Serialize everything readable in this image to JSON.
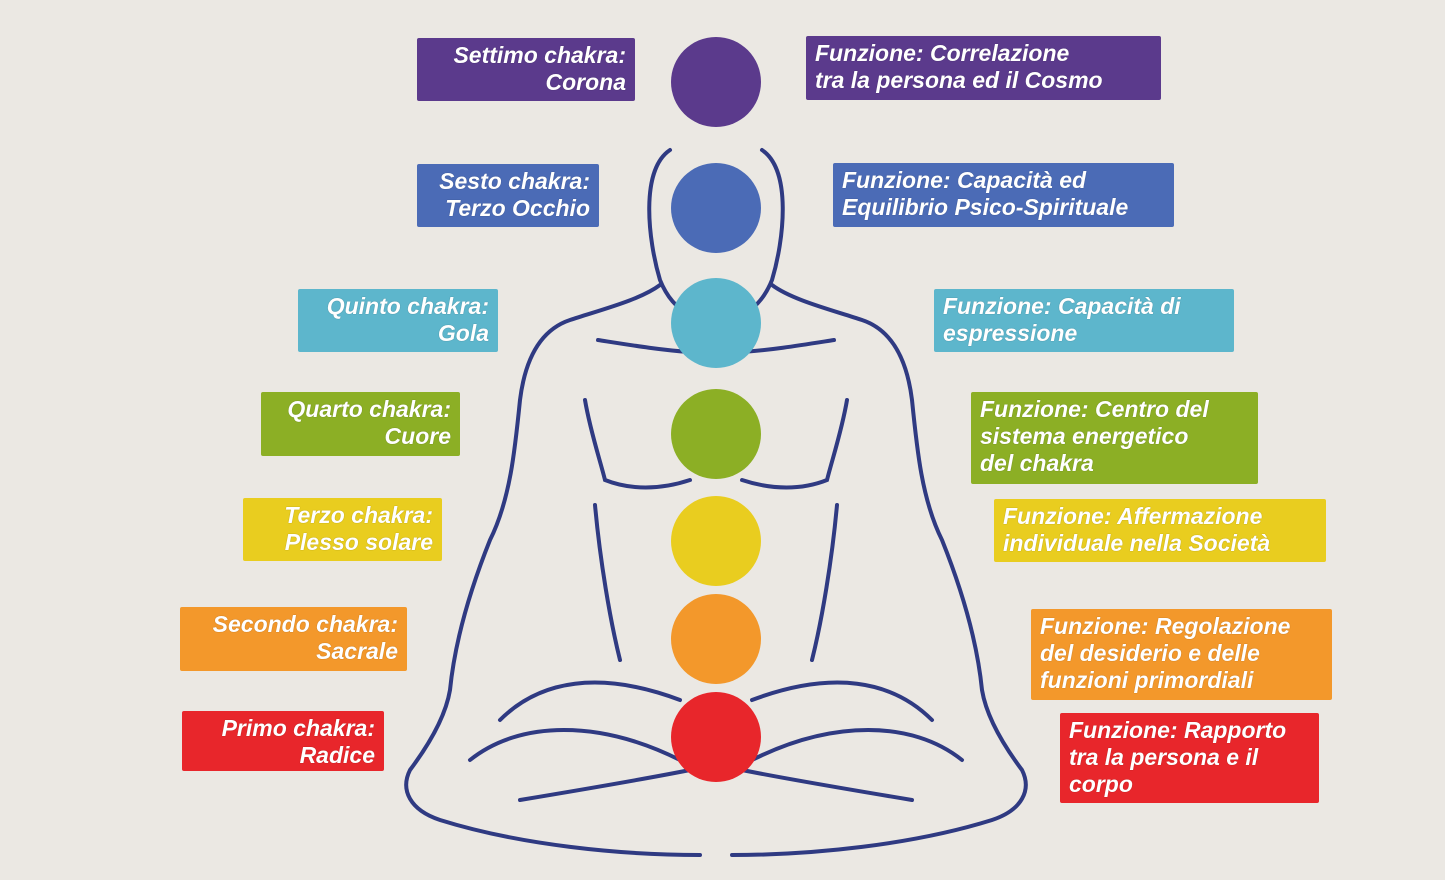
{
  "chakras": [
    {
      "name_line1": "Settimo chakra:",
      "name_line2": "Corona",
      "function_lines": [
        "Funzione: Correlazione",
        "tra la persona ed il Cosmo"
      ],
      "color": "#5b3a8c"
    },
    {
      "name_line1": "Sesto chakra:",
      "name_line2": "Terzo Occhio",
      "function_lines": [
        "Funzione: Capacità ed",
        "Equilibrio Psico-Spirituale"
      ],
      "color": "#4b6bb6"
    },
    {
      "name_line1": "Quinto chakra:",
      "name_line2": "Gola",
      "function_lines": [
        "Funzione: Capacità di",
        "espressione"
      ],
      "color": "#5db6cc"
    },
    {
      "name_line1": "Quarto chakra:",
      "name_line2": "Cuore",
      "function_lines": [
        "Funzione: Centro del",
        "sistema energetico",
        "del chakra"
      ],
      "color": "#8caf25"
    },
    {
      "name_line1": "Terzo chakra:",
      "name_line2": "Plesso solare",
      "function_lines": [
        "Funzione: Affermazione",
        "individuale nella Società"
      ],
      "color": "#e9cd1f"
    },
    {
      "name_line1": "Secondo chakra:",
      "name_line2": "Sacrale",
      "function_lines": [
        "Funzione: Regolazione",
        "del desiderio e delle",
        "funzioni primordiali"
      ],
      "color": "#f3982b"
    },
    {
      "name_line1": "Primo chakra:",
      "name_line2": "Radice",
      "function_lines": [
        "Funzione: Rapporto",
        "tra la persona e il",
        "corpo"
      ],
      "color": "#e8262b"
    }
  ],
  "outline_color": "#2f3a82"
}
